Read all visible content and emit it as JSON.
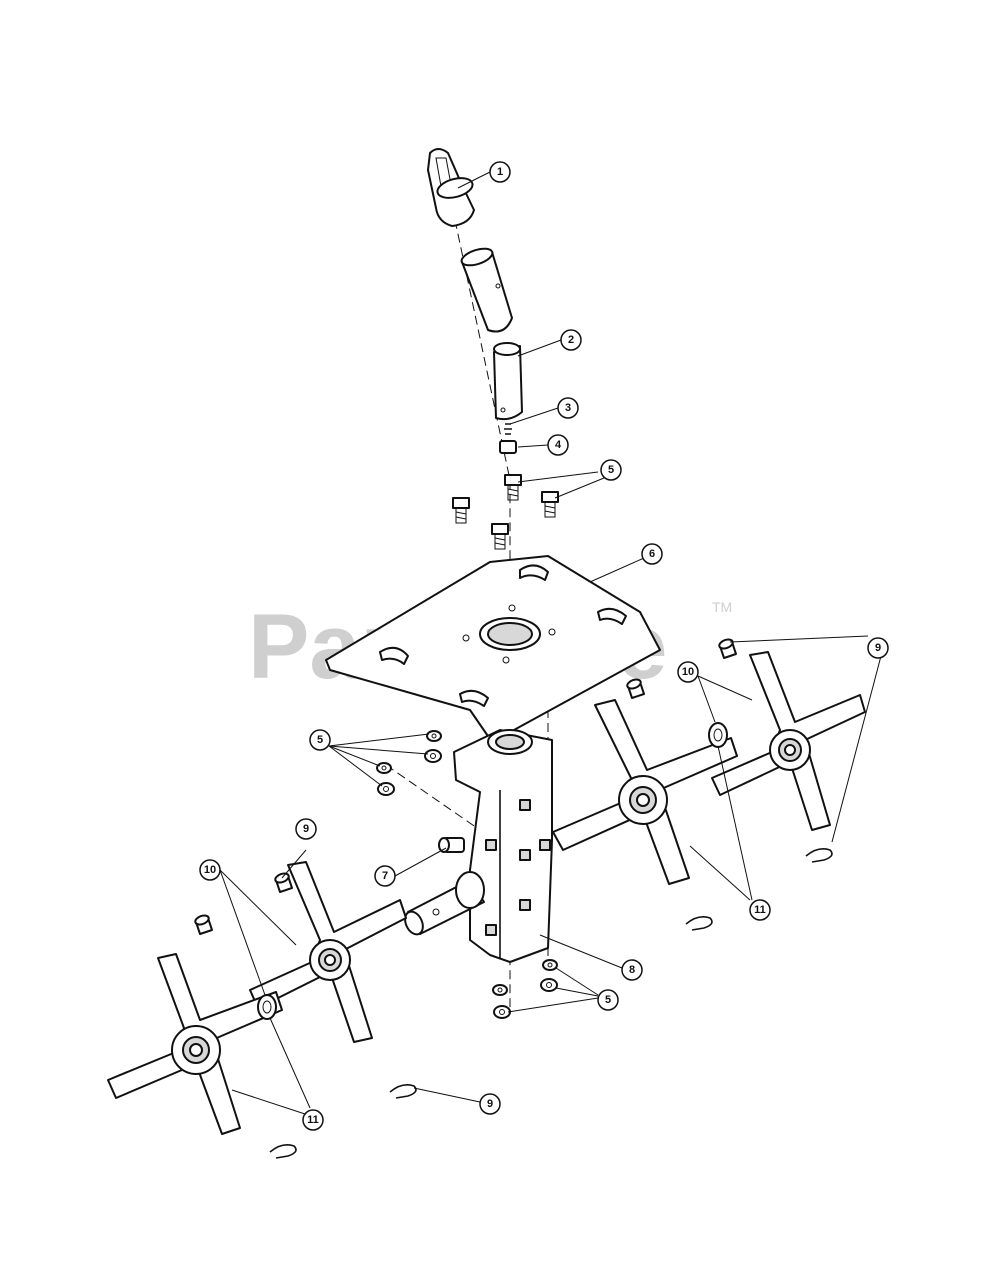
{
  "watermark": {
    "text": "PartsTree",
    "trademark": "TM"
  },
  "callouts": [
    {
      "id": "c1",
      "label": "1"
    },
    {
      "id": "c2",
      "label": "2"
    },
    {
      "id": "c3",
      "label": "3"
    },
    {
      "id": "c4",
      "label": "4"
    },
    {
      "id": "c5a",
      "label": "5"
    },
    {
      "id": "c6",
      "label": "6"
    },
    {
      "id": "c9a",
      "label": "9"
    },
    {
      "id": "c10a",
      "label": "10"
    },
    {
      "id": "c5b",
      "label": "5"
    },
    {
      "id": "c9b",
      "label": "9"
    },
    {
      "id": "c7",
      "label": "7"
    },
    {
      "id": "c10b",
      "label": "10"
    },
    {
      "id": "c11a",
      "label": "11"
    },
    {
      "id": "c8",
      "label": "8"
    },
    {
      "id": "c5c",
      "label": "5"
    },
    {
      "id": "c11b",
      "label": "11"
    },
    {
      "id": "c9c",
      "label": "9"
    }
  ]
}
